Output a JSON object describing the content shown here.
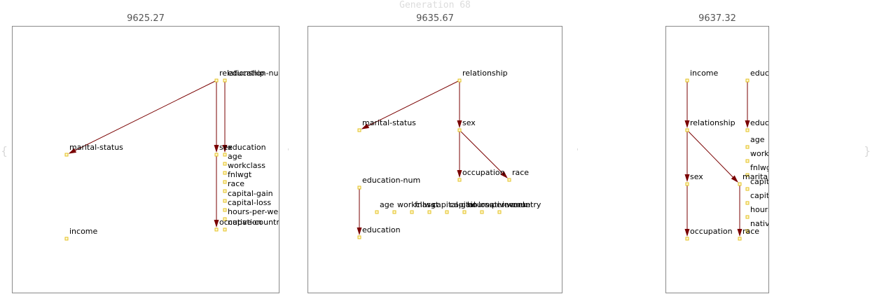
{
  "header": {
    "title": "Generation 68"
  },
  "glyphs": {
    "left": "{",
    "mid1": "'",
    "mid2": "'",
    "right": "}"
  },
  "panels": [
    {
      "score": "9625.27",
      "nodes": [
        {
          "id": "relationship",
          "label": "relationship"
        },
        {
          "id": "education-num",
          "label": "education-num"
        },
        {
          "id": "marital-status",
          "label": "marital-status"
        },
        {
          "id": "sex",
          "label": "sex"
        },
        {
          "id": "education",
          "label": "education"
        },
        {
          "id": "age",
          "label": "age"
        },
        {
          "id": "workclass",
          "label": "workclass"
        },
        {
          "id": "fnlwgt",
          "label": "fnlwgt"
        },
        {
          "id": "race",
          "label": "race"
        },
        {
          "id": "capital-gain",
          "label": "capital-gain"
        },
        {
          "id": "capital-loss",
          "label": "capital-loss"
        },
        {
          "id": "hours-per-week",
          "label": "hours-per-week"
        },
        {
          "id": "occupation",
          "label": "occupation"
        },
        {
          "id": "native-country",
          "label": "native-country"
        },
        {
          "id": "income",
          "label": "income"
        }
      ],
      "edges": [
        [
          "relationship",
          "marital-status"
        ],
        [
          "relationship",
          "sex"
        ],
        [
          "education-num",
          "education"
        ],
        [
          "sex",
          "occupation"
        ]
      ]
    },
    {
      "score": "9635.67",
      "nodes": [
        {
          "id": "relationship",
          "label": "relationship"
        },
        {
          "id": "marital-status",
          "label": "marital-status"
        },
        {
          "id": "sex",
          "label": "sex"
        },
        {
          "id": "occupation",
          "label": "occupation"
        },
        {
          "id": "race",
          "label": "race"
        },
        {
          "id": "education-num",
          "label": "education-num"
        },
        {
          "id": "age",
          "label": "age"
        },
        {
          "id": "workclass",
          "label": "workclass"
        },
        {
          "id": "fnlwgt",
          "label": "fnlwgt"
        },
        {
          "id": "capital-gain",
          "label": "capital-gain"
        },
        {
          "id": "capital-loss",
          "label": "capital-loss"
        },
        {
          "id": "hours-per-week",
          "label": "hours-per-week"
        },
        {
          "id": "native-country",
          "label": "native-country"
        },
        {
          "id": "income",
          "label": "income"
        },
        {
          "id": "education",
          "label": "education"
        }
      ],
      "edges": [
        [
          "relationship",
          "marital-status"
        ],
        [
          "relationship",
          "sex"
        ],
        [
          "sex",
          "occupation"
        ],
        [
          "sex",
          "race"
        ],
        [
          "education-num",
          "education"
        ]
      ]
    },
    {
      "score": "9637.32",
      "nodes": [
        {
          "id": "income",
          "label": "income"
        },
        {
          "id": "education-num",
          "label": "education-num"
        },
        {
          "id": "relationship",
          "label": "relationship"
        },
        {
          "id": "education",
          "label": "education"
        },
        {
          "id": "age",
          "label": "age"
        },
        {
          "id": "workclass",
          "label": "workclass"
        },
        {
          "id": "fnlwgt",
          "label": "fnlwgt"
        },
        {
          "id": "sex",
          "label": "sex"
        },
        {
          "id": "marital-status",
          "label": "marital-status"
        },
        {
          "id": "capital-gain",
          "label": "capital-gain"
        },
        {
          "id": "capital-loss",
          "label": "capital-loss"
        },
        {
          "id": "hours-per-week",
          "label": "hours-per-week"
        },
        {
          "id": "native-country",
          "label": "native-country"
        },
        {
          "id": "occupation",
          "label": "occupation"
        },
        {
          "id": "race",
          "label": "race"
        }
      ],
      "edges": [
        [
          "income",
          "relationship"
        ],
        [
          "education-num",
          "education"
        ],
        [
          "relationship",
          "sex"
        ],
        [
          "relationship",
          "marital-status"
        ],
        [
          "sex",
          "occupation"
        ],
        [
          "marital-status",
          "race"
        ]
      ]
    }
  ]
}
